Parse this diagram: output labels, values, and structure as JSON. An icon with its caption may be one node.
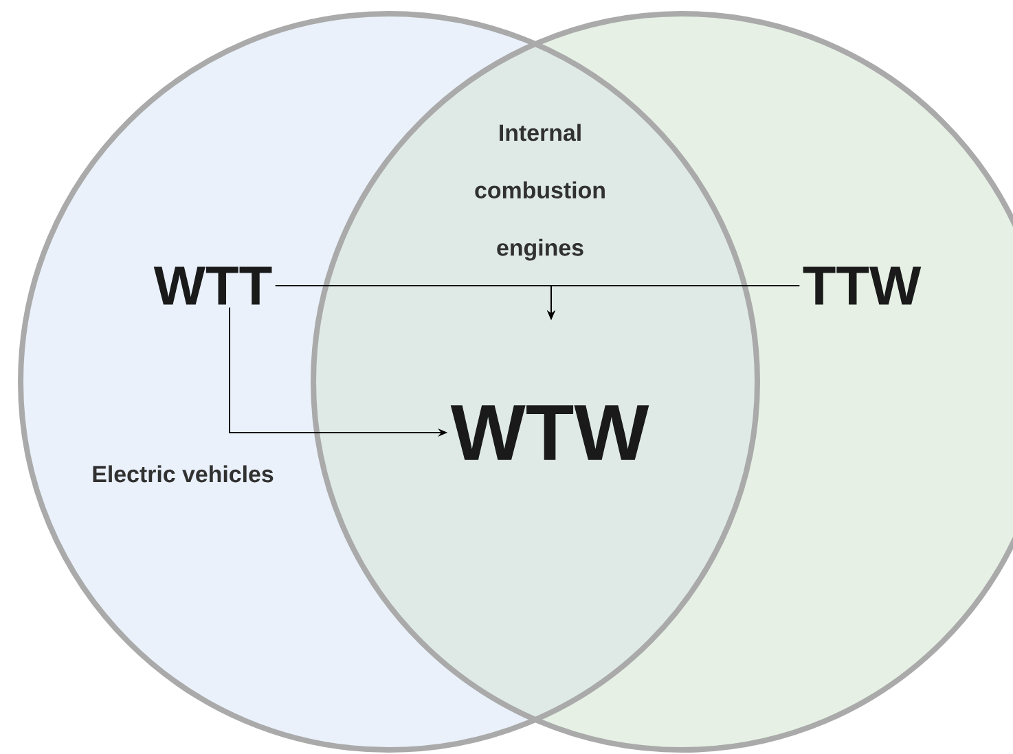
{
  "diagram": {
    "nodes": [
      {
        "text": [
          "WTT"
        ]
      },
      {
        "text": [
          "TTW"
        ]
      },
      {
        "text": [
          "WTW"
        ]
      }
    ],
    "edges": [
      {
        "from": 0,
        "to": 2,
        "arrow": "to"
      },
      {
        "from": 0,
        "to": null,
        "arrow": "to"
      },
      {
        "from": 1,
        "to": null,
        "arrow": "to"
      }
    ],
    "labels": [
      "Internal combustion engines",
      "Electric vehicles"
    ]
  }
}
